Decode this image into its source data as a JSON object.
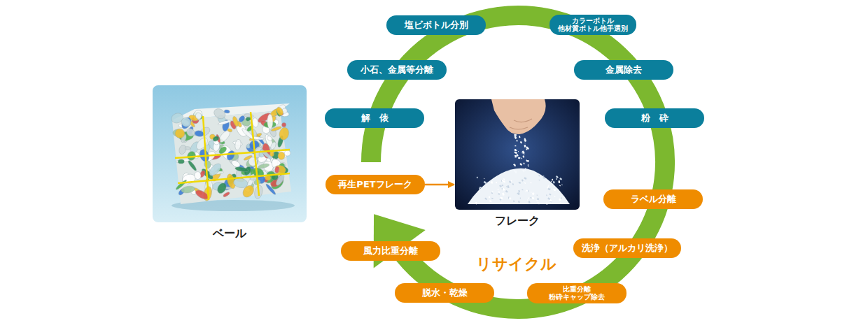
{
  "diagram": {
    "nodes": [
      {
        "text": [
          "ベール"
        ]
      },
      {
        "text": [
          "解　俵"
        ]
      },
      {
        "text": [
          "小石、金属等分離"
        ]
      },
      {
        "text": [
          "塩ビボトル分別"
        ]
      },
      {
        "text": [
          "カラーボトル 他材質ボトル他手選別"
        ]
      },
      {
        "text": [
          "金属除去"
        ]
      },
      {
        "text": [
          "粉　砕"
        ]
      },
      {
        "text": [
          "ラベル分離"
        ]
      },
      {
        "text": [
          "洗浄（アルカリ洗浄）"
        ]
      },
      {
        "text": [
          "比重分離 粉砕キャップ除去"
        ]
      },
      {
        "text": [
          "脱水・乾燥"
        ]
      },
      {
        "text": [
          "風力比重分離"
        ]
      },
      {
        "text": [
          "再生PETフレーク"
        ]
      },
      {
        "text": [
          "フレーク"
        ]
      }
    ],
    "edges": [
      {
        "from": 12,
        "to": 13,
        "arrow": "to"
      }
    ],
    "labels": [
      "リサイクル"
    ]
  }
}
